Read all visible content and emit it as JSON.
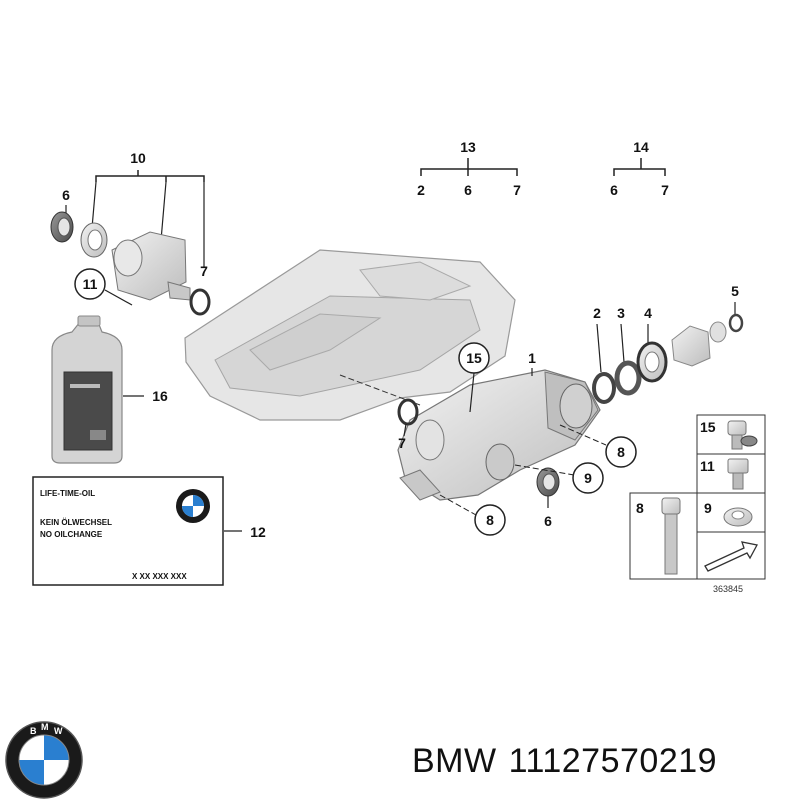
{
  "callouts": {
    "n1": "1",
    "n2": "2",
    "n3": "3",
    "n4": "4",
    "n5": "5",
    "n6": "6",
    "n7": "7",
    "n8": "8",
    "n9": "9",
    "n10": "10",
    "n11": "11",
    "n12": "12",
    "n13": "13",
    "n14": "14",
    "n15": "15",
    "n16": "16"
  },
  "label_card": {
    "line1": "LIFE-TIME-OIL",
    "line2": "KEIN ÖLWECHSEL",
    "line3": "NO OILCHANGE",
    "code": "X XX XXX XXX"
  },
  "diagram_code": "363845",
  "footer": {
    "brand": "BMW",
    "part_number": "11127570219"
  },
  "colors": {
    "part_fill": "#d9d9d9",
    "part_stroke": "#8a8a8a",
    "logo_blue": "#2a7fd0",
    "logo_ring": "#1a1a1a"
  },
  "icons": [
    "bmw-logo-icon",
    "oil-bottle-icon",
    "arrow-icon"
  ]
}
